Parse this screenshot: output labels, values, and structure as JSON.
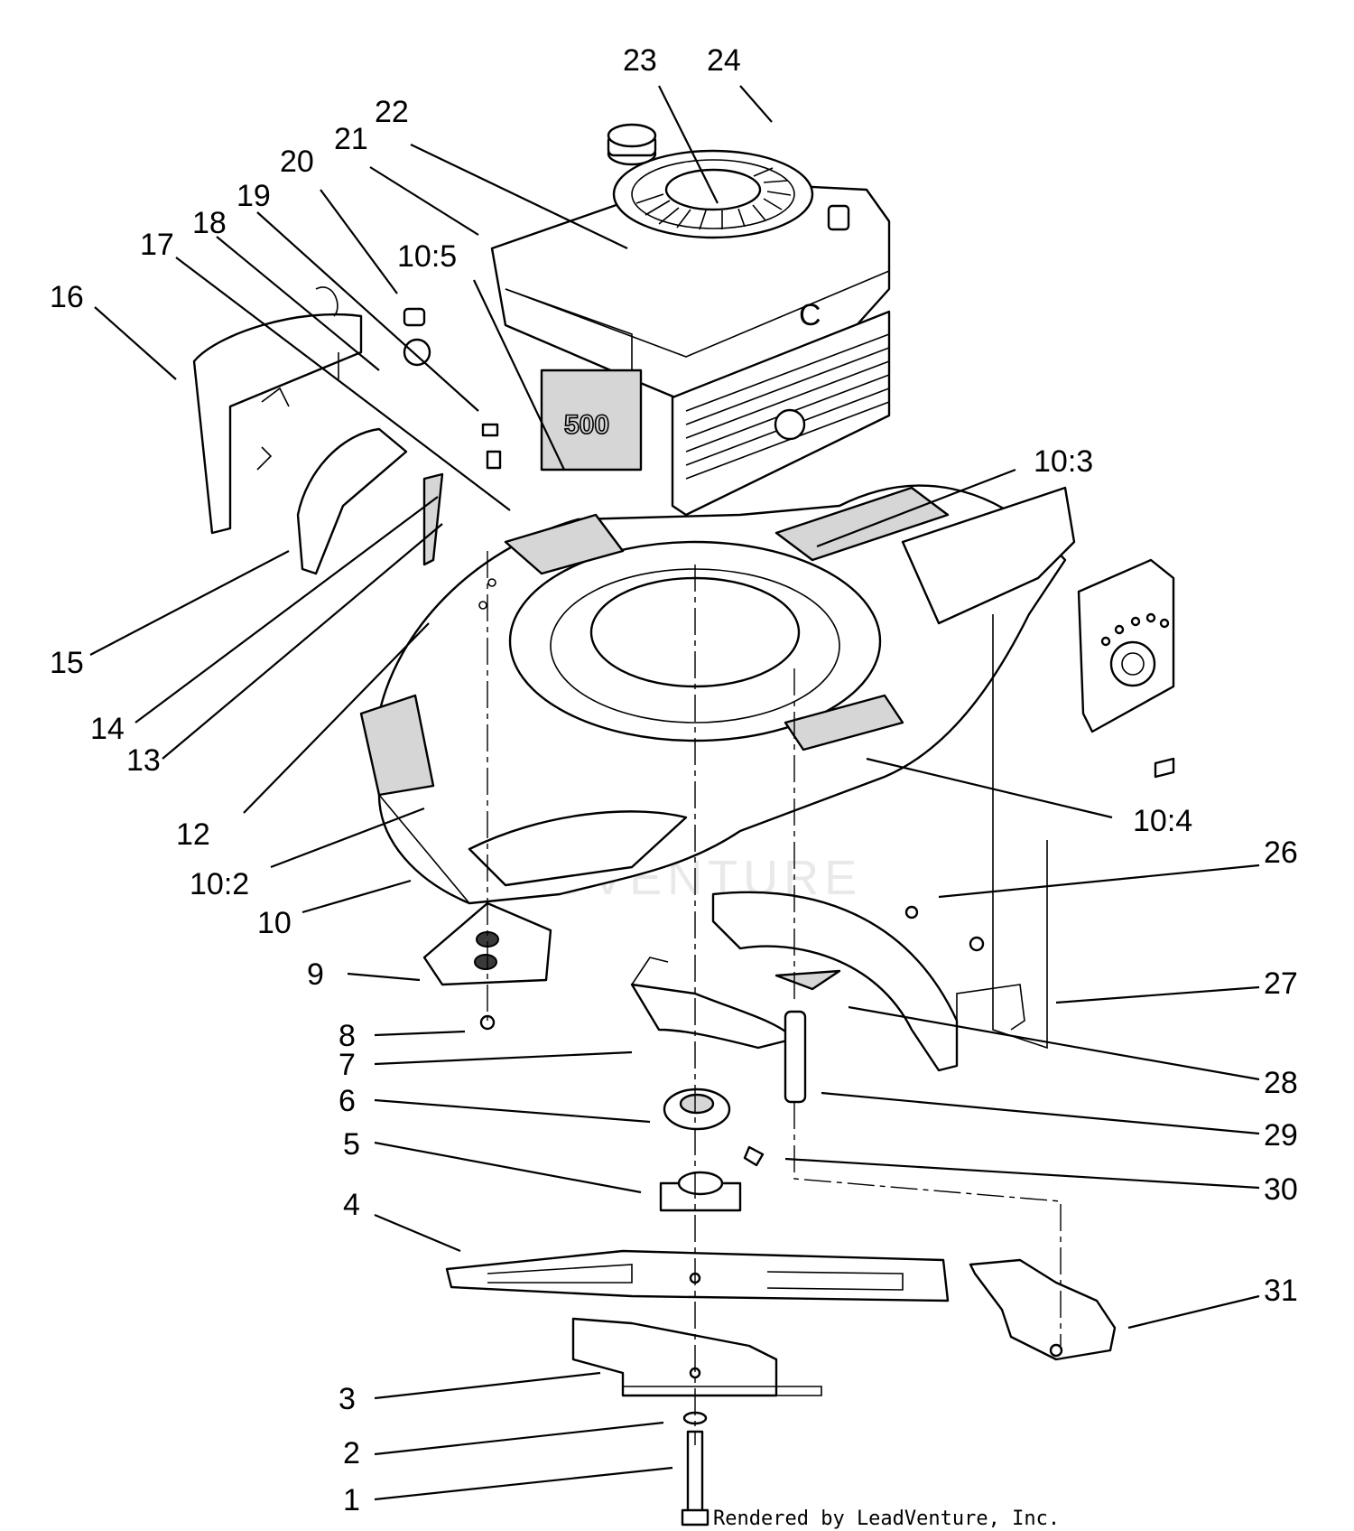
{
  "callouts": [
    {
      "id": "1",
      "label": "1"
    },
    {
      "id": "2",
      "label": "2"
    },
    {
      "id": "3",
      "label": "3"
    },
    {
      "id": "4",
      "label": "4"
    },
    {
      "id": "5",
      "label": "5"
    },
    {
      "id": "6",
      "label": "6"
    },
    {
      "id": "7",
      "label": "7"
    },
    {
      "id": "8",
      "label": "8"
    },
    {
      "id": "9",
      "label": "9"
    },
    {
      "id": "10",
      "label": "10"
    },
    {
      "id": "10_2",
      "label": "10:2"
    },
    {
      "id": "10_3",
      "label": "10:3"
    },
    {
      "id": "10_4",
      "label": "10:4"
    },
    {
      "id": "10_5",
      "label": "10:5"
    },
    {
      "id": "12",
      "label": "12"
    },
    {
      "id": "13",
      "label": "13"
    },
    {
      "id": "14",
      "label": "14"
    },
    {
      "id": "15",
      "label": "15"
    },
    {
      "id": "16",
      "label": "16"
    },
    {
      "id": "17",
      "label": "17"
    },
    {
      "id": "18",
      "label": "18"
    },
    {
      "id": "19",
      "label": "19"
    },
    {
      "id": "20",
      "label": "20"
    },
    {
      "id": "21",
      "label": "21"
    },
    {
      "id": "22",
      "label": "22"
    },
    {
      "id": "23",
      "label": "23"
    },
    {
      "id": "24",
      "label": "24"
    },
    {
      "id": "26",
      "label": "26"
    },
    {
      "id": "27",
      "label": "27"
    },
    {
      "id": "28",
      "label": "28"
    },
    {
      "id": "29",
      "label": "29"
    },
    {
      "id": "30",
      "label": "30"
    },
    {
      "id": "31",
      "label": "31"
    }
  ],
  "engine_mark": "C",
  "engine_badge": "500",
  "watermark": "LEADVENTURE",
  "credit": "Rendered by LeadVenture, Inc."
}
